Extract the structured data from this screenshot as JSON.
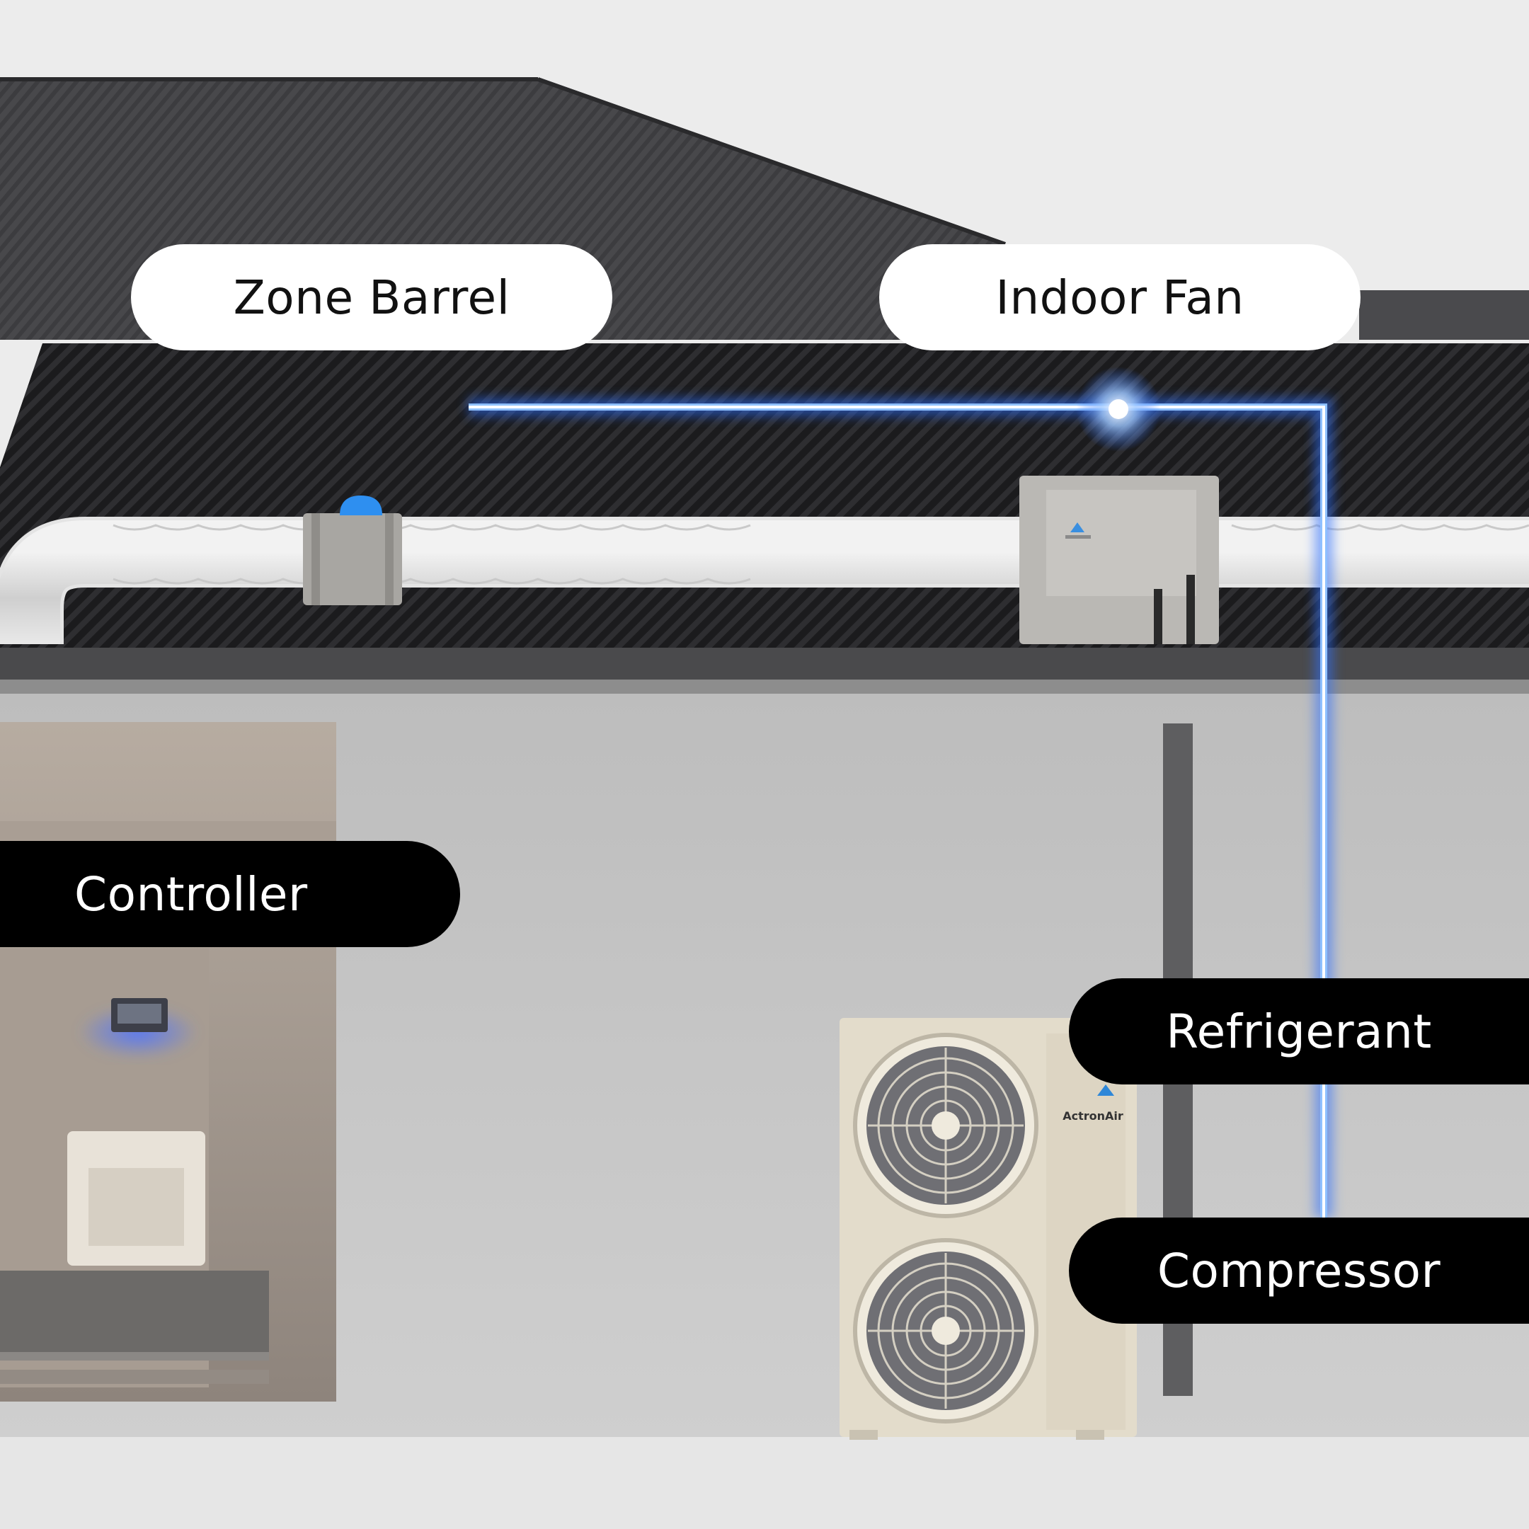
{
  "labels": {
    "zone_barrel": "Zone Barrel",
    "indoor_fan": "Indoor Fan",
    "controller": "Controller",
    "refrigerant": "Refrigerant",
    "compressor": "Compressor"
  },
  "brand": {
    "logo_text": "ActronAir"
  },
  "colors": {
    "background": "#ececec",
    "roof": "#3a3a3c",
    "highlight_line": "#6aa8ff",
    "light_pill": "#ffffff",
    "dark_pill": "#000000",
    "outdoor_unit": "#e3dccb"
  }
}
